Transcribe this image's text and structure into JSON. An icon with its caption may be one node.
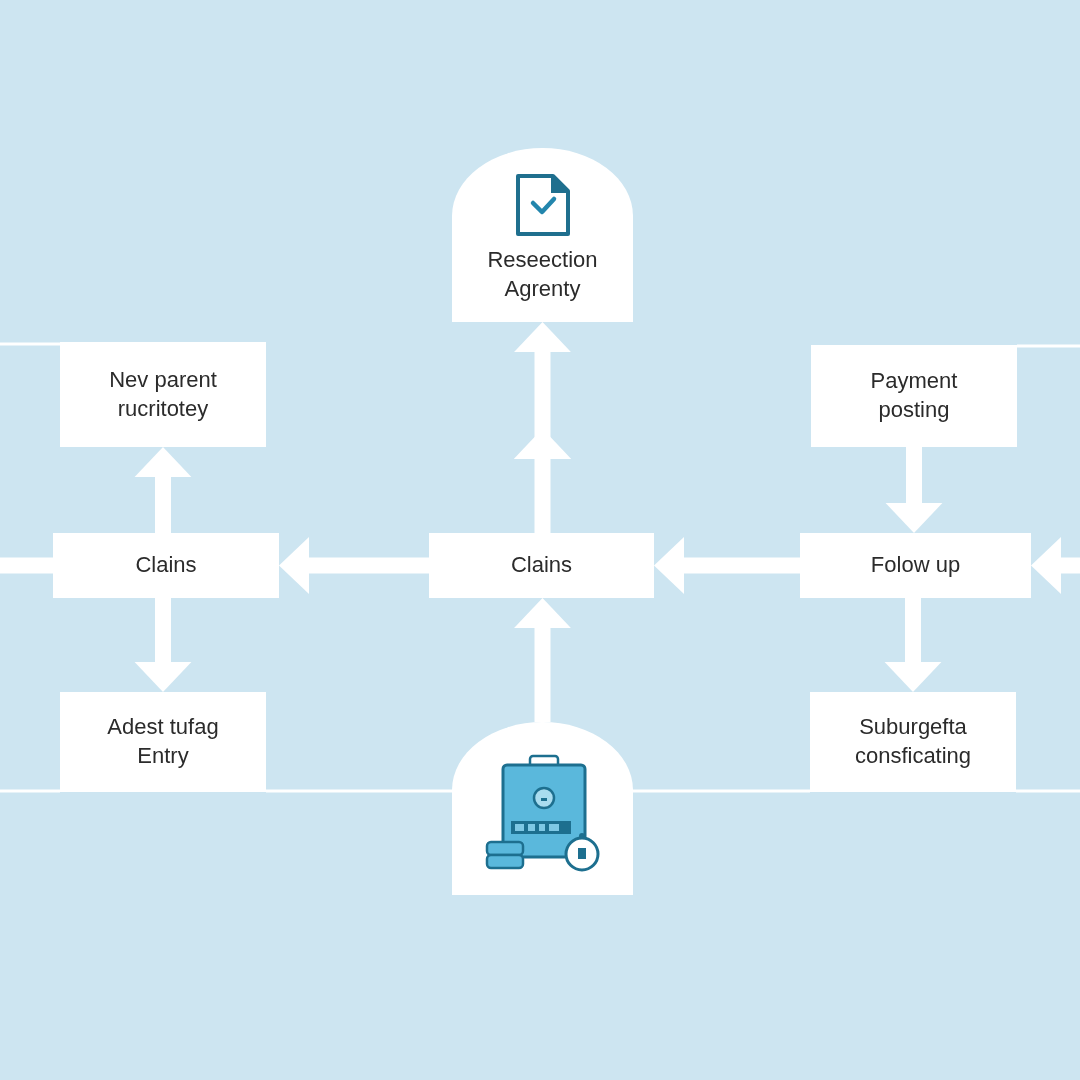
{
  "diagram": {
    "nodes": [
      {
        "text": [
          "Reseection Agrenty"
        ]
      },
      {
        "text": [
          "Nev parent rucritotey"
        ]
      },
      {
        "text": [
          "Payment posting"
        ]
      },
      {
        "text": [
          "Clains"
        ]
      },
      {
        "text": [
          "Clains"
        ]
      },
      {
        "text": [
          "Folow up"
        ]
      },
      {
        "text": [
          "Adest tufag Entry"
        ]
      },
      {
        "text": [
          "Suburgefta consficating"
        ]
      },
      {
        "text": [],
        "shape": "picture"
      }
    ],
    "edges": [
      {
        "from": 3,
        "to": 1,
        "arrow": "to"
      },
      {
        "from": 3,
        "to": 6,
        "arrow": "to"
      },
      {
        "from": 4,
        "to": 3,
        "arrow": "to"
      },
      {
        "from": 4,
        "to": 0,
        "arrow": "to"
      },
      {
        "from": 8,
        "to": 4,
        "arrow": "to"
      },
      {
        "from": 2,
        "to": 5,
        "arrow": "to"
      },
      {
        "from": 5,
        "to": 4,
        "arrow": "to"
      },
      {
        "from": 5,
        "to": 7,
        "arrow": "to"
      },
      {
        "from": null,
        "to": 5,
        "arrow": "to"
      },
      {
        "from": 3,
        "to": null,
        "arrow": "none"
      },
      {
        "from": null,
        "to": 1,
        "arrow": "none"
      },
      {
        "from": 2,
        "to": null,
        "arrow": "none"
      },
      {
        "from": null,
        "to": 6,
        "arrow": "none"
      },
      {
        "from": 6,
        "to": 8,
        "arrow": "none"
      },
      {
        "from": 8,
        "to": 7,
        "arrow": "none"
      },
      {
        "from": 7,
        "to": null,
        "arrow": "none"
      }
    ]
  }
}
